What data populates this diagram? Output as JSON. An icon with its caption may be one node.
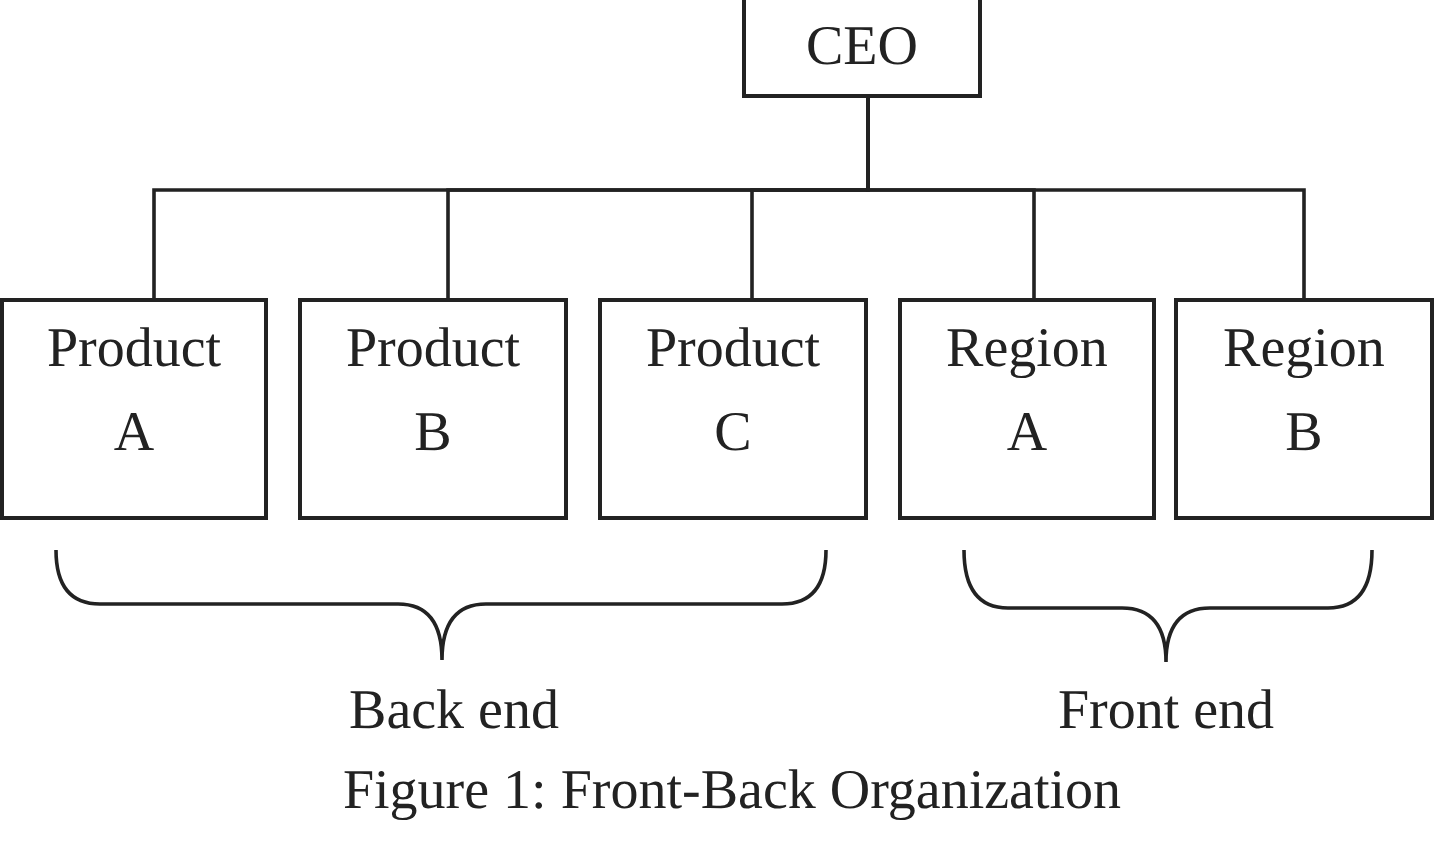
{
  "diagram": {
    "caption": "Figure 1: Front-Back Organization",
    "nodes": [
      {
        "text": [
          "CEO"
        ]
      },
      {
        "text": [
          "Product A"
        ]
      },
      {
        "text": [
          "Product B"
        ]
      },
      {
        "text": [
          "Product C"
        ]
      },
      {
        "text": [
          "Region A"
        ]
      },
      {
        "text": [
          "Region B"
        ]
      }
    ],
    "edges": [
      {
        "from": 0,
        "to": 1,
        "arrow": "none"
      },
      {
        "from": 0,
        "to": 2,
        "arrow": "none"
      },
      {
        "from": 0,
        "to": 3,
        "arrow": "none"
      },
      {
        "from": 0,
        "to": 4,
        "arrow": "none"
      },
      {
        "from": 0,
        "to": 5,
        "arrow": "none"
      }
    ],
    "labels": [
      "Back end",
      "Front end"
    ]
  }
}
